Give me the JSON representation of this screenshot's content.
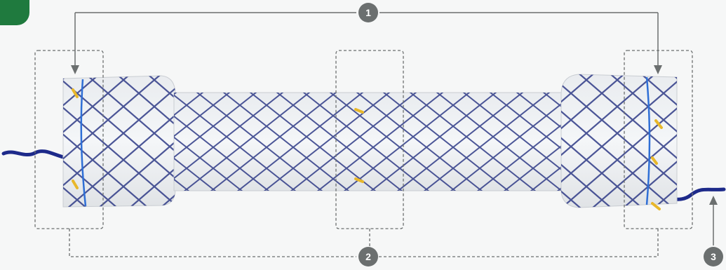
{
  "colors": {
    "background": "#f6f7f7",
    "corner_accent": "#1f7a3e",
    "callout": "#6b6f6f",
    "mesh_wire": "#2e3a86",
    "cover": "#e6e8ea",
    "blue_ring": "#2f6fd6",
    "radiopaque_marker": "#e8b72a"
  },
  "callouts": [
    {
      "label": "1",
      "icon": "number-badge"
    },
    {
      "label": "2",
      "icon": "number-badge"
    },
    {
      "label": "3",
      "icon": "number-badge"
    }
  ]
}
